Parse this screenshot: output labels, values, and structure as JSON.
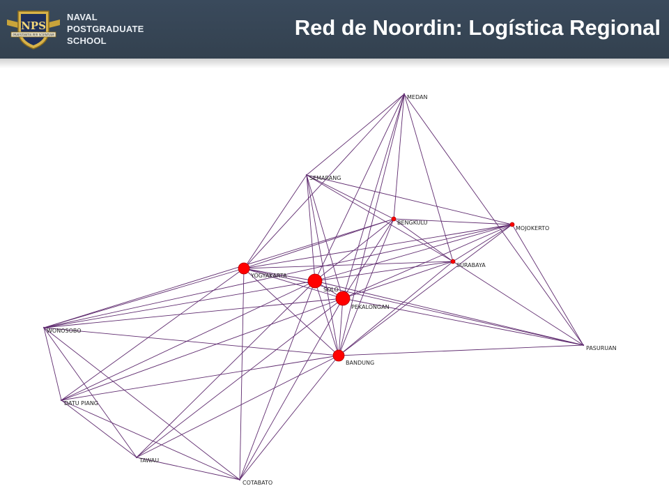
{
  "header": {
    "logo_text": "NPS",
    "logo_motto": "PRAESTANTIA PER SCIENTIAM",
    "school_lines": [
      "NAVAL",
      "POSTGRADUATE",
      "SCHOOL"
    ],
    "title": "Red de Noordin: Logística Regional"
  },
  "colors": {
    "header_bg": "#36444f",
    "edge": "#5e2a6e",
    "node": "#ff0000"
  },
  "network": {
    "nodes": [
      {
        "id": "MEDAN",
        "label": "MEDAN",
        "size": "small"
      },
      {
        "id": "SEMARANG",
        "label": "SEMARANG",
        "size": "small"
      },
      {
        "id": "BENGKULU",
        "label": "BENGKULU",
        "size": "tiny"
      },
      {
        "id": "MOJOKERTO",
        "label": "MOJOKERTO",
        "size": "tiny"
      },
      {
        "id": "SURABAYA",
        "label": "SURABAYA",
        "size": "tiny"
      },
      {
        "id": "YOGYAKARTA",
        "label": "YOGYAKARTA",
        "size": "large"
      },
      {
        "id": "SOLO",
        "label": "SOLO",
        "size": "xlarge"
      },
      {
        "id": "PEKALONGAN",
        "label": "PEKALONGAN",
        "size": "xlarge"
      },
      {
        "id": "WONOSOBO",
        "label": "WONOSOBO",
        "size": "small"
      },
      {
        "id": "BANDUNG",
        "label": "BANDUNG",
        "size": "large"
      },
      {
        "id": "PASURUAN",
        "label": "PASURUAN",
        "size": "small"
      },
      {
        "id": "DATU PIANG",
        "label": "DATU PIANG",
        "size": "small"
      },
      {
        "id": "TAWAU",
        "label": "TAWAU",
        "size": "small"
      },
      {
        "id": "COTABATO",
        "label": "COTABATO",
        "size": "small"
      }
    ],
    "edges": [
      [
        "MEDAN",
        "SEMARANG"
      ],
      [
        "MEDAN",
        "YOGYAKARTA"
      ],
      [
        "MEDAN",
        "SOLO"
      ],
      [
        "MEDAN",
        "PEKALONGAN"
      ],
      [
        "MEDAN",
        "BANDUNG"
      ],
      [
        "MEDAN",
        "SURABAYA"
      ],
      [
        "MEDAN",
        "PASURUAN"
      ],
      [
        "MEDAN",
        "BENGKULU"
      ],
      [
        "SEMARANG",
        "BENGKULU"
      ],
      [
        "SEMARANG",
        "MOJOKERTO"
      ],
      [
        "SEMARANG",
        "SURABAYA"
      ],
      [
        "SEMARANG",
        "SOLO"
      ],
      [
        "SEMARANG",
        "PEKALONGAN"
      ],
      [
        "SEMARANG",
        "BANDUNG"
      ],
      [
        "SEMARANG",
        "YOGYAKARTA"
      ],
      [
        "BENGKULU",
        "MOJOKERTO"
      ],
      [
        "BENGKULU",
        "SURABAYA"
      ],
      [
        "BENGKULU",
        "YOGYAKARTA"
      ],
      [
        "BENGKULU",
        "SOLO"
      ],
      [
        "BENGKULU",
        "PEKALONGAN"
      ],
      [
        "BENGKULU",
        "BANDUNG"
      ],
      [
        "BENGKULU",
        "WONOSOBO"
      ],
      [
        "MOJOKERTO",
        "SURABAYA"
      ],
      [
        "MOJOKERTO",
        "PASURUAN"
      ],
      [
        "MOJOKERTO",
        "SOLO"
      ],
      [
        "MOJOKERTO",
        "PEKALONGAN"
      ],
      [
        "MOJOKERTO",
        "YOGYAKARTA"
      ],
      [
        "MOJOKERTO",
        "BANDUNG"
      ],
      [
        "MOJOKERTO",
        "WONOSOBO"
      ],
      [
        "SURABAYA",
        "PASURUAN"
      ],
      [
        "SURABAYA",
        "SOLO"
      ],
      [
        "SURABAYA",
        "PEKALONGAN"
      ],
      [
        "SURABAYA",
        "YOGYAKARTA"
      ],
      [
        "SURABAYA",
        "BANDUNG"
      ],
      [
        "YOGYAKARTA",
        "SOLO"
      ],
      [
        "YOGYAKARTA",
        "PEKALONGAN"
      ],
      [
        "YOGYAKARTA",
        "BANDUNG"
      ],
      [
        "YOGYAKARTA",
        "WONOSOBO"
      ],
      [
        "YOGYAKARTA",
        "DATU PIANG"
      ],
      [
        "YOGYAKARTA",
        "COTABATO"
      ],
      [
        "YOGYAKARTA",
        "PASURUAN"
      ],
      [
        "SOLO",
        "PEKALONGAN"
      ],
      [
        "SOLO",
        "BANDUNG"
      ],
      [
        "SOLO",
        "WONOSOBO"
      ],
      [
        "SOLO",
        "DATU PIANG"
      ],
      [
        "SOLO",
        "TAWAU"
      ],
      [
        "SOLO",
        "COTABATO"
      ],
      [
        "SOLO",
        "PASURUAN"
      ],
      [
        "PEKALONGAN",
        "BANDUNG"
      ],
      [
        "PEKALONGAN",
        "WONOSOBO"
      ],
      [
        "PEKALONGAN",
        "DATU PIANG"
      ],
      [
        "PEKALONGAN",
        "TAWAU"
      ],
      [
        "PEKALONGAN",
        "COTABATO"
      ],
      [
        "PEKALONGAN",
        "PASURUAN"
      ],
      [
        "BANDUNG",
        "WONOSOBO"
      ],
      [
        "BANDUNG",
        "DATU PIANG"
      ],
      [
        "BANDUNG",
        "TAWAU"
      ],
      [
        "BANDUNG",
        "COTABATO"
      ],
      [
        "BANDUNG",
        "PASURUAN"
      ],
      [
        "WONOSOBO",
        "DATU PIANG"
      ],
      [
        "WONOSOBO",
        "TAWAU"
      ],
      [
        "WONOSOBO",
        "COTABATO"
      ],
      [
        "DATU PIANG",
        "TAWAU"
      ],
      [
        "DATU PIANG",
        "COTABATO"
      ],
      [
        "TAWAU",
        "COTABATO"
      ]
    ]
  }
}
